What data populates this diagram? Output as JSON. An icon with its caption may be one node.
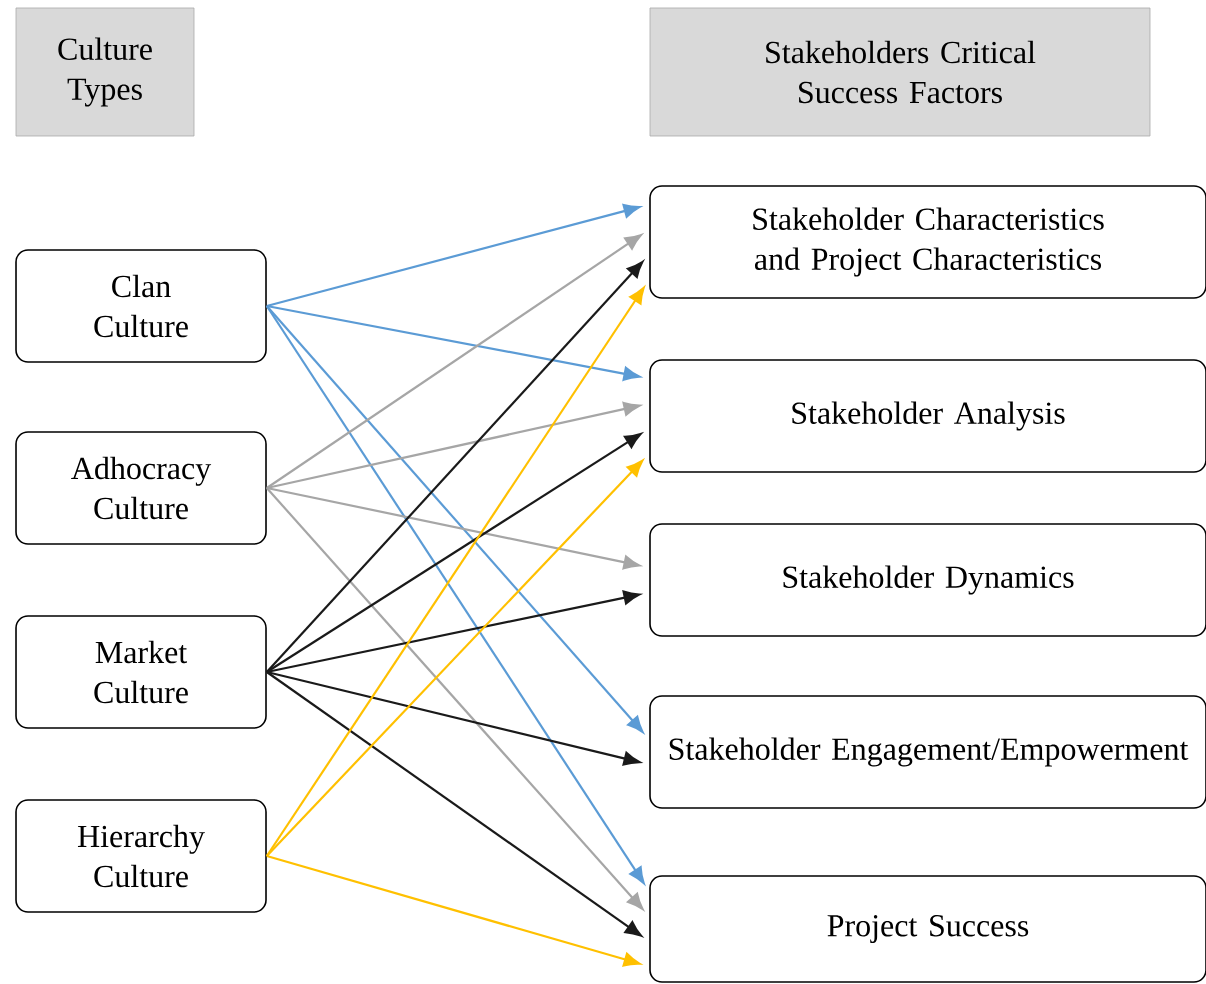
{
  "diagram": {
    "nodes": [
      {
        "text": [
          "Culture Types"
        ]
      },
      {
        "text": [
          "Stakeholders Critical Success Factors"
        ]
      },
      {
        "text": [
          "Clan Culture"
        ]
      },
      {
        "text": [
          "Adhocracy Culture"
        ]
      },
      {
        "text": [
          "Market Culture"
        ]
      },
      {
        "text": [
          "Hierarchy Culture"
        ]
      },
      {
        "text": [
          "Stakeholder Characteristics and Project Characteristics"
        ]
      },
      {
        "text": [
          "Stakeholder Analysis"
        ]
      },
      {
        "text": [
          "Stakeholder Dynamics"
        ]
      },
      {
        "text": [
          "Stakeholder Engagement/Empowerment"
        ]
      },
      {
        "text": [
          "Project Success"
        ]
      }
    ],
    "edges": [
      {
        "from": 2,
        "to": 6,
        "arrow": "to",
        "color": "#5b9bd5"
      },
      {
        "from": 2,
        "to": 7,
        "arrow": "to",
        "color": "#5b9bd5"
      },
      {
        "from": 2,
        "to": 9,
        "arrow": "to",
        "color": "#5b9bd5"
      },
      {
        "from": 2,
        "to": 10,
        "arrow": "to",
        "color": "#5b9bd5"
      },
      {
        "from": 3,
        "to": 6,
        "arrow": "to",
        "color": "#a6a6a6"
      },
      {
        "from": 3,
        "to": 7,
        "arrow": "to",
        "color": "#a6a6a6"
      },
      {
        "from": 3,
        "to": 8,
        "arrow": "to",
        "color": "#a6a6a6"
      },
      {
        "from": 3,
        "to": 10,
        "arrow": "to",
        "color": "#a6a6a6"
      },
      {
        "from": 4,
        "to": 6,
        "arrow": "to"
      },
      {
        "from": 4,
        "to": 7,
        "arrow": "to"
      },
      {
        "from": 4,
        "to": 8,
        "arrow": "to"
      },
      {
        "from": 4,
        "to": 9,
        "arrow": "to"
      },
      {
        "from": 4,
        "to": 10,
        "arrow": "to"
      },
      {
        "from": 5,
        "to": 6,
        "arrow": "to",
        "color": "#ffc000"
      },
      {
        "from": 5,
        "to": 7,
        "arrow": "to",
        "color": "#ffc000"
      },
      {
        "from": 5,
        "to": 10,
        "arrow": "to",
        "color": "#ffc000"
      }
    ]
  }
}
